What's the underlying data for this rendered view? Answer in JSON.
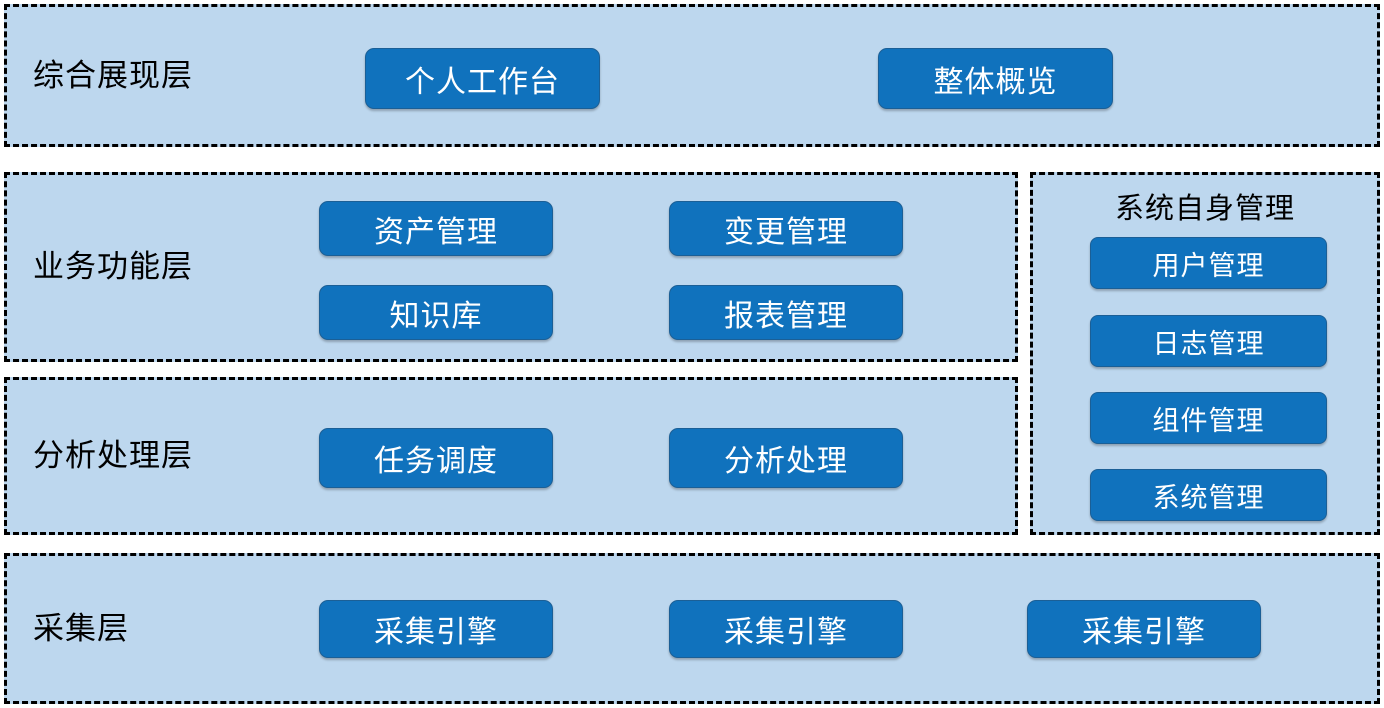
{
  "colors": {
    "panel_background": "#bdd7ee",
    "panel_border": "#000000",
    "button_fill": "#1072bd",
    "button_border": "#1b5f96",
    "button_text": "#ffffff",
    "label_text": "#000000",
    "page_background": "#ffffff"
  },
  "layers": {
    "presentation": {
      "label": "综合展现层",
      "buttons": [
        {
          "label": "个人工作台"
        },
        {
          "label": "整体概览"
        }
      ]
    },
    "business": {
      "label": "业务功能层",
      "buttons": [
        {
          "label": "资产管理"
        },
        {
          "label": "变更管理"
        },
        {
          "label": "知识库"
        },
        {
          "label": "报表管理"
        }
      ]
    },
    "analysis": {
      "label": "分析处理层",
      "buttons": [
        {
          "label": "任务调度"
        },
        {
          "label": "分析处理"
        }
      ]
    },
    "collection": {
      "label": "采集层",
      "buttons": [
        {
          "label": "采集引擎"
        },
        {
          "label": "采集引擎"
        },
        {
          "label": "采集引擎"
        }
      ]
    }
  },
  "system_panel": {
    "title": "系统自身管理",
    "buttons": [
      {
        "label": "用户管理"
      },
      {
        "label": "日志管理"
      },
      {
        "label": "组件管理"
      },
      {
        "label": "系统管理"
      }
    ]
  }
}
